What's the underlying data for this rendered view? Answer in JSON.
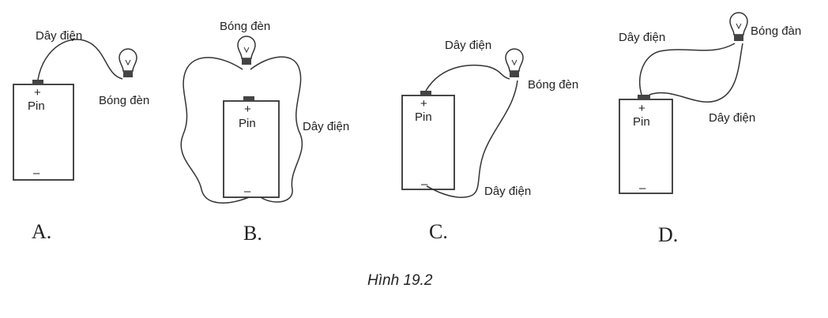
{
  "figure": {
    "caption": "Hình 19.2",
    "battery_label": "Pin",
    "plus": "+",
    "minus": "–",
    "panels": [
      {
        "letter": "A.",
        "wire_labels": [
          "Dây điện"
        ],
        "bulb_label": "Bóng đèn"
      },
      {
        "letter": "B.",
        "wire_labels": [
          "Dây điện"
        ],
        "bulb_label": "Bóng đèn"
      },
      {
        "letter": "C.",
        "wire_labels": [
          "Dây điện",
          "Dây điện"
        ],
        "bulb_label": "Bóng đèn"
      },
      {
        "letter": "D.",
        "wire_labels": [
          "Dây điện",
          "Dây điện"
        ],
        "bulb_label": "Bóng đàn"
      }
    ]
  }
}
